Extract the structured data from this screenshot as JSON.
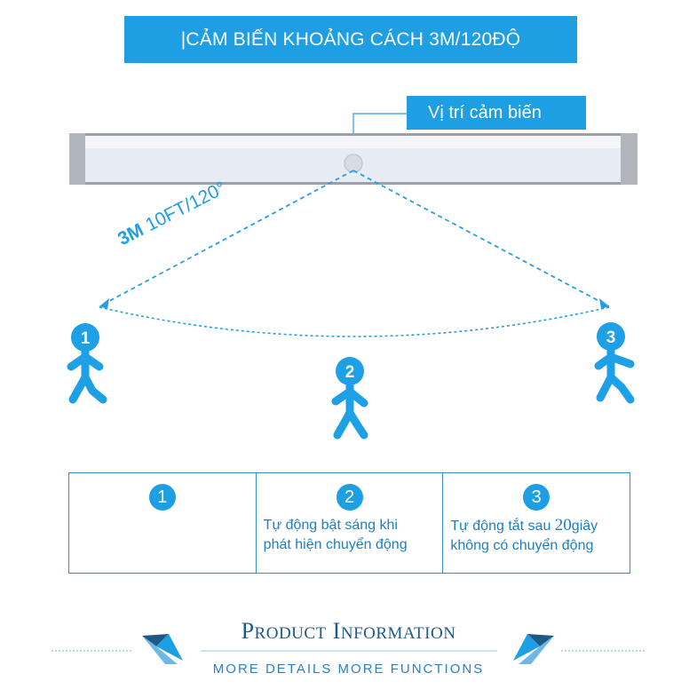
{
  "title": "|CẢM BIẾN KHOẢNG CÁCH 3M/120ĐỘ",
  "sensor_label": "Vị trí cảm biến",
  "range": {
    "bold": "3M",
    "rest": "10FT/120°"
  },
  "people": [
    {
      "number": "1"
    },
    {
      "number": "2"
    },
    {
      "number": "3"
    }
  ],
  "steps": [
    {
      "number": "1",
      "text_line1": "",
      "text_line2": ""
    },
    {
      "number": "2",
      "text_line1": "Tự động bật sáng khi",
      "text_line2": "phát hiện chuyển động"
    },
    {
      "number": "3",
      "text_line1_pre": "Tự động tắt sau ",
      "text_line1_num": "20",
      "text_line1_post": "giây",
      "text_line2": "không có chuyển động"
    }
  ],
  "footer": {
    "title_cap1": "P",
    "title_rest1": "RODUCT",
    "title_cap2": "I",
    "title_rest2": "NFORMATION",
    "subtitle": "MORE DETAILS MORE FUNCTIONS"
  },
  "colors": {
    "accent": "#1e9ee3",
    "dark_blue": "#1f5a85",
    "lamp_body": "#e7ecf2"
  }
}
